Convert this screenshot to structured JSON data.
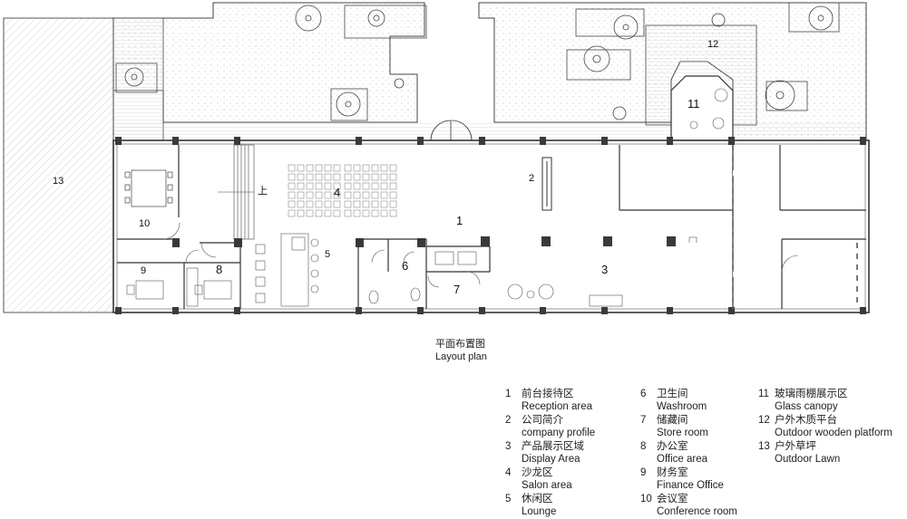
{
  "plan": {
    "room_numbers": [
      "1",
      "2",
      "3",
      "4",
      "5",
      "6",
      "7",
      "8",
      "9",
      "10",
      "11",
      "12",
      "13"
    ],
    "stair_mark": "上"
  },
  "title": {
    "cn": "平面布置图",
    "en": "Layout plan"
  },
  "legend": [
    {
      "num": "1",
      "cn": "前台接待区",
      "en": "Reception area"
    },
    {
      "num": "2",
      "cn": "公司简介",
      "en": "company profile"
    },
    {
      "num": "3",
      "cn": "产品展示区域",
      "en": "Display Area"
    },
    {
      "num": "4",
      "cn": "沙龙区",
      "en": "Salon area"
    },
    {
      "num": "5",
      "cn": "休闲区",
      "en": "Lounge"
    },
    {
      "num": "6",
      "cn": "卫生间",
      "en": "Washroom"
    },
    {
      "num": "7",
      "cn": "储藏间",
      "en": "Store room"
    },
    {
      "num": "8",
      "cn": "办公室",
      "en": "Office area"
    },
    {
      "num": "9",
      "cn": "财务室",
      "en": "Finance Office"
    },
    {
      "num": "10",
      "cn": "会议室",
      "en": "Conference room"
    },
    {
      "num": "11",
      "cn": "玻璃雨棚展示区",
      "en": "Glass canopy"
    },
    {
      "num": "12",
      "cn": "户外木质平台",
      "en": "Outdoor wooden platform"
    },
    {
      "num": "13",
      "cn": "户外草坪",
      "en": "Outdoor Lawn"
    }
  ],
  "colors": {
    "line": "#333333",
    "hatch": "#9a9a9a",
    "column": "#3a3a3a"
  }
}
